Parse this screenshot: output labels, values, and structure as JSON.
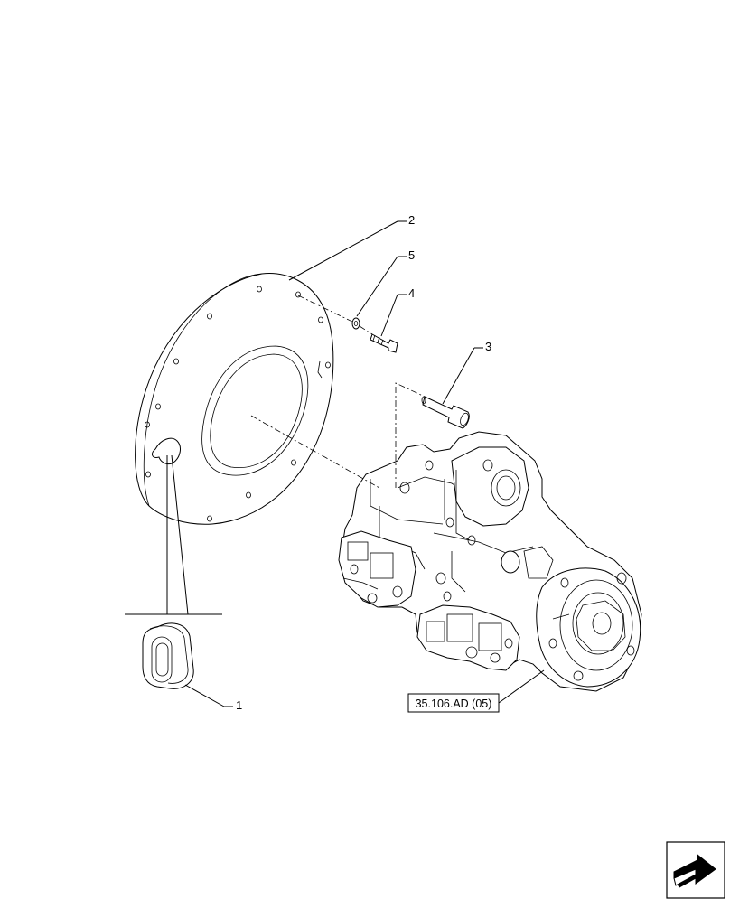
{
  "callouts": [
    {
      "id": "1",
      "label": "1"
    },
    {
      "id": "2",
      "label": "2"
    },
    {
      "id": "3",
      "label": "3"
    },
    {
      "id": "4",
      "label": "4"
    },
    {
      "id": "5",
      "label": "5"
    }
  ],
  "reference": {
    "label": "35.106.AD (05)"
  },
  "icons": {
    "nav": "next-page-arrow-icon"
  }
}
